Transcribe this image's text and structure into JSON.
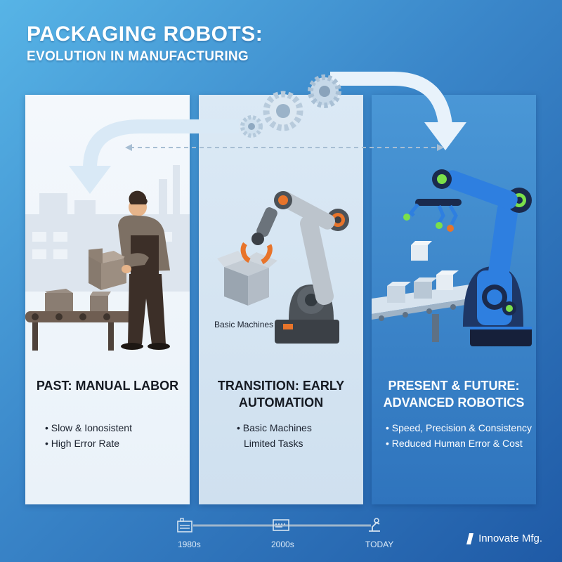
{
  "title": {
    "main": "PACKAGING ROBOTS:",
    "sub": "EVOLUTION IN MANUFACTURING"
  },
  "panels": {
    "past": {
      "heading": "PAST: MANUAL LABOR",
      "bullets": [
        "• Slow & Ionosistent",
        "• High Error Rate"
      ]
    },
    "transition": {
      "heading_line1": "TRANSITION: EARLY",
      "heading_line2": "AUTOMATION",
      "art_label": "Basic Machines",
      "bullets": [
        "• Basic Machines",
        "Limited Tasks"
      ]
    },
    "future": {
      "heading_line1": "PRESENT & FUTURE:",
      "heading_line2": "ADVANCED ROBOTICS",
      "bullets": [
        "• Speed, Precision & Consistency",
        "• Reduced Human Error & Cost"
      ]
    }
  },
  "timeline": {
    "labels": [
      "1980s",
      "2000s",
      "TODAY"
    ]
  },
  "logo": {
    "text": "Innovate Mfg."
  },
  "colors": {
    "background_start": "#57b4e6",
    "background_end": "#1f5aa6",
    "arrow": "#e8f2fb",
    "robot_orange": "#e8742a",
    "robot_blue": "#2e7fe0",
    "robot_green": "#7be04a"
  },
  "icons": [
    "gear-icon",
    "factory-icon",
    "machine-icon",
    "robot-arm-icon",
    "logo-mark-icon"
  ]
}
